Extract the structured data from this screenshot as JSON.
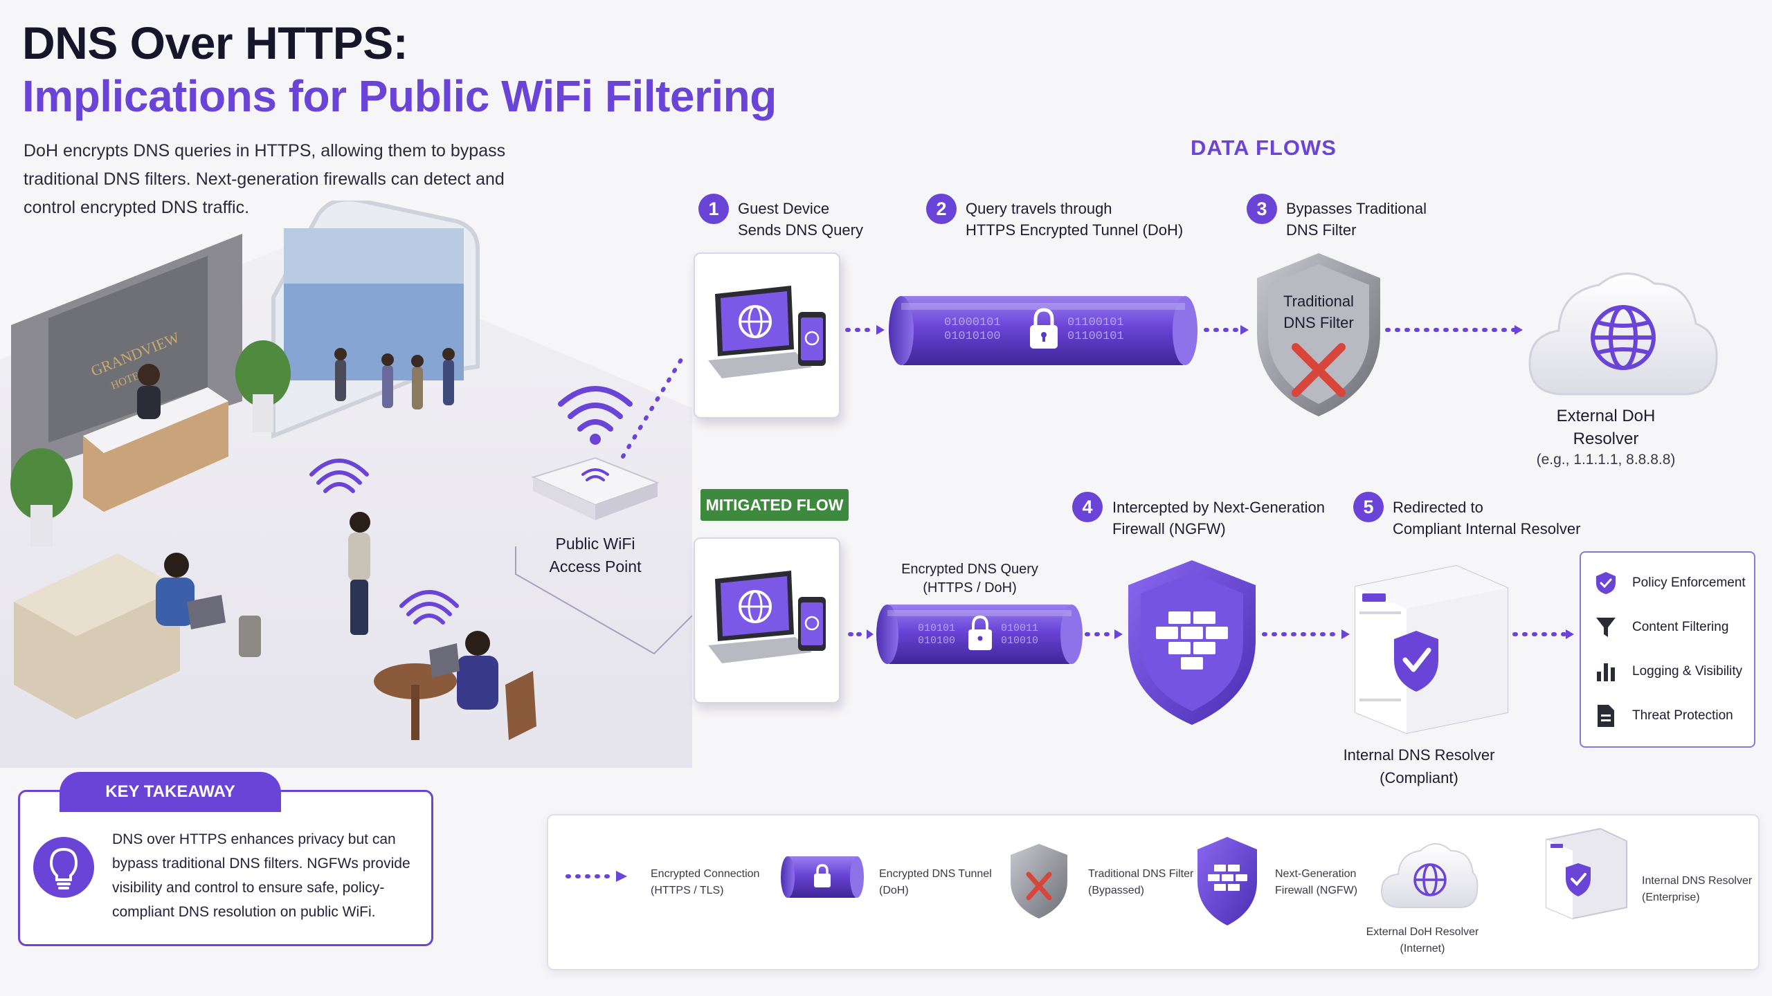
{
  "header": {
    "title_line1": "DNS Over HTTPS:",
    "title_line2": "Implications for Public WiFi Filtering",
    "intro": "DoH encrypts DNS queries in HTTPS, allowing them to bypass traditional DNS filters. Next-generation firewalls can detect and control encrypted DNS traffic."
  },
  "scene": {
    "hotel_sign": "GRANDVIEW",
    "hotel_sign_sub": "HOTEL",
    "access_point_label": "Public WiFi\nAccess Point"
  },
  "flows": {
    "section_title": "DATA FLOWS",
    "top": {
      "steps": [
        {
          "num": "1",
          "text": "Guest Device\nSends DNS Query"
        },
        {
          "num": "2",
          "text": "Query travels through\nHTTPS Encrypted Tunnel (DoH)"
        },
        {
          "num": "3",
          "text": "Bypasses Traditional\nDNS Filter"
        }
      ],
      "tunnel_bits_left": "01000101\n01010100",
      "tunnel_bits_right": "01100101\n01100101",
      "filter_label": "Traditional\nDNS Filter",
      "resolver_label": "External DoH\nResolver",
      "resolver_sub": "(e.g., 1.1.1.1, 8.8.8.8)"
    },
    "mitigated": {
      "badge": "MITIGATED FLOW",
      "query_label": "Encrypted DNS Query\n(HTTPS / DoH)",
      "tunnel_bits_left": "010101\n010100",
      "tunnel_bits_right": "010011\n010010",
      "steps": [
        {
          "num": "4",
          "text": "Intercepted by Next-Generation\nFirewall (NGFW)"
        },
        {
          "num": "5",
          "text": "Redirected to\nCompliant Internal Resolver"
        }
      ],
      "internal_label": "Internal DNS Resolver\n(Compliant)",
      "controls": [
        {
          "icon": "shield-check-icon",
          "label": "Policy Enforcement"
        },
        {
          "icon": "funnel-icon",
          "label": "Content Filtering"
        },
        {
          "icon": "bar-chart-icon",
          "label": "Logging & Visibility"
        },
        {
          "icon": "document-icon",
          "label": "Threat Protection"
        }
      ]
    }
  },
  "takeaway": {
    "title": "KEY TAKEAWAY",
    "text": "DNS over HTTPS enhances privacy but can bypass traditional DNS filters. NGFWs provide visibility and control to ensure safe, policy-compliant DNS resolution on public WiFi."
  },
  "legend": {
    "items": [
      {
        "icon": "dotted-arrow-icon",
        "label": "Encrypted Connection\n(HTTPS / TLS)"
      },
      {
        "icon": "tunnel-icon",
        "label": "Encrypted DNS Tunnel\n(DoH)"
      },
      {
        "icon": "shield-x-icon",
        "label": "Traditional DNS Filter\n(Bypassed)"
      },
      {
        "icon": "firewall-shield-icon",
        "label": "Next-Generation\nFirewall (NGFW)"
      },
      {
        "icon": "cloud-globe-icon",
        "label": "External DoH Resolver\n(Internet)"
      },
      {
        "icon": "server-icon",
        "label": "Internal DNS Resolver\n(Enterprise)"
      }
    ]
  },
  "colors": {
    "accent": "#6a44d6",
    "accent_dark": "#4b2fae",
    "mitigated_green": "#3d8a3f",
    "blocked_red": "#d8453a"
  }
}
